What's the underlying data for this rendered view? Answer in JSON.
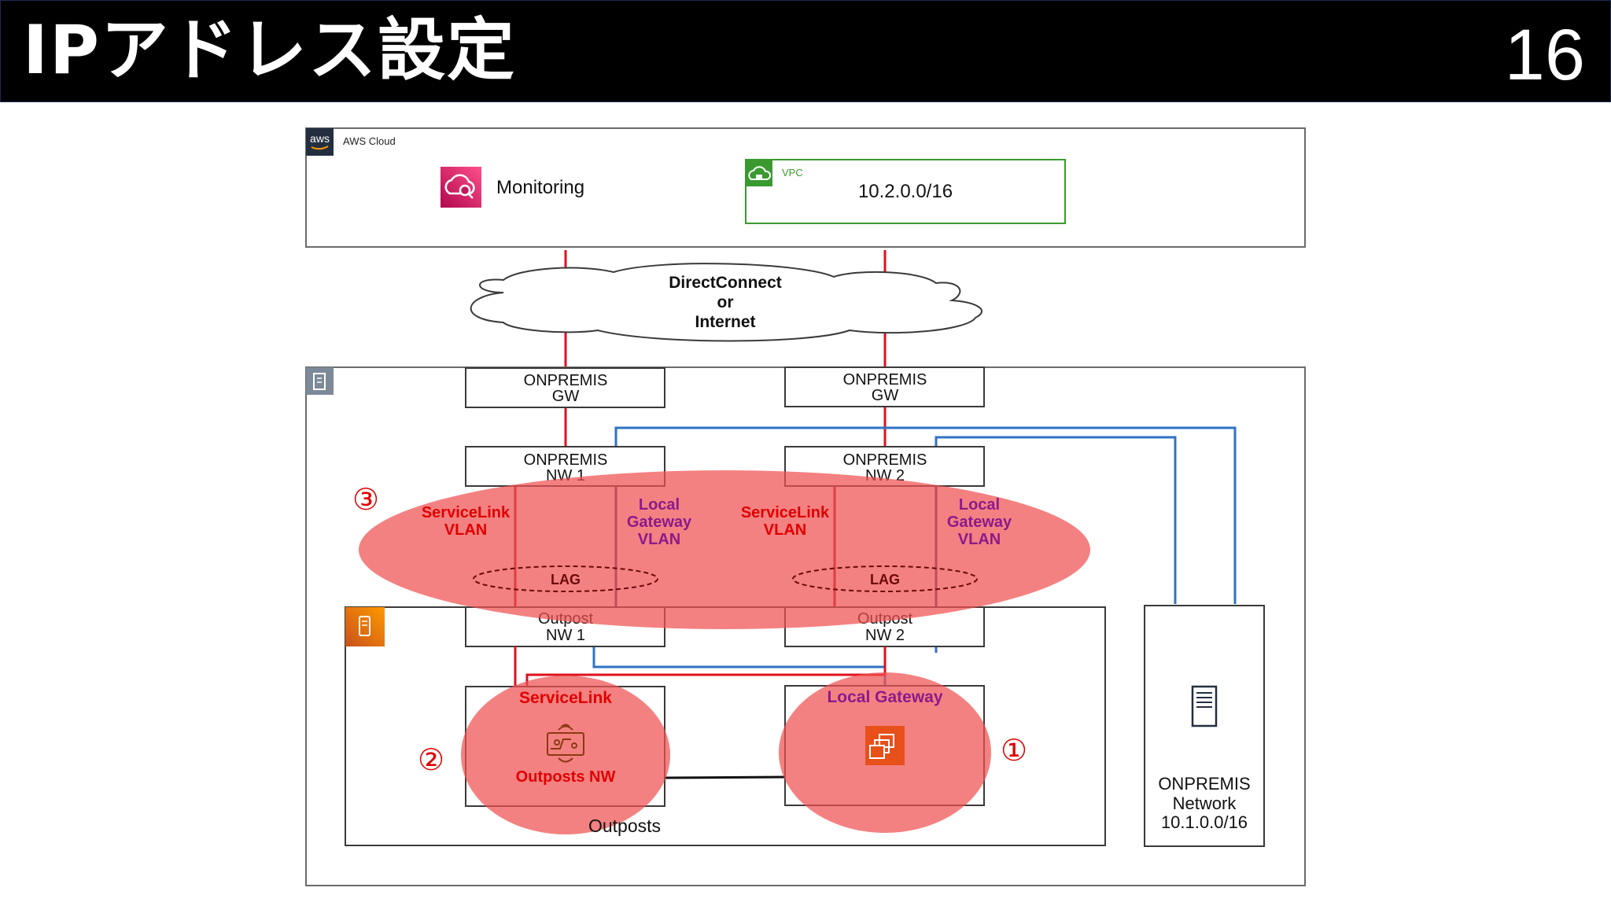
{
  "slide": {
    "title": "IPアドレス設定",
    "page_number": "16"
  },
  "colors": {
    "red_line": "#e0101e",
    "blue_line": "#2f73c4",
    "highlight": "#f05050",
    "dark_line": "#1a1a1a",
    "vpc_green": "#3a9a2f",
    "label_red": "#e00000",
    "label_purple": "#8b1a8b"
  },
  "cloud": {
    "aws_logo": "aws",
    "aws_cloud_label": "AWS Cloud",
    "monitoring_label": "Monitoring",
    "vpc_label": "VPC",
    "vpc_cidr": "10.2.0.0/16"
  },
  "wan": {
    "line1": "DirectConnect",
    "line2": "or",
    "line3": "Internet"
  },
  "onprem": {
    "gw1": [
      "ONPREMIS",
      "GW"
    ],
    "gw2": [
      "ONPREMIS",
      "GW"
    ],
    "nw1": [
      "ONPREMIS",
      "NW 1"
    ],
    "nw2": [
      "ONPREMIS",
      "NW 2"
    ],
    "server": [
      "ONPREMIS",
      "Network",
      "10.1.0.0/16"
    ]
  },
  "vlans": {
    "servicelink_1": [
      "ServiceLink",
      "VLAN"
    ],
    "localgw_1": [
      "Local",
      "Gateway",
      "VLAN"
    ],
    "servicelink_2": [
      "ServiceLink",
      "VLAN"
    ],
    "localgw_2": [
      "Local",
      "Gateway",
      "VLAN"
    ],
    "lag_1": "LAG",
    "lag_2": "LAG"
  },
  "outposts": {
    "nw1": [
      "Outpost",
      "NW 1"
    ],
    "nw2": [
      "Outpost",
      "NW 2"
    ],
    "servicelink_label": "ServiceLink",
    "outposts_nw_label": "Outposts NW",
    "local_gateway_label": "Local Gateway",
    "outposts_label": "Outposts"
  },
  "markers": {
    "m1": "①",
    "m2": "②",
    "m3": "③"
  },
  "icons": [
    "aws-logo-icon",
    "monitoring-icon",
    "vpc-lock-icon",
    "building-icon",
    "outposts-icon",
    "circuit-board-icon",
    "ec2-instances-icon",
    "server-icon"
  ]
}
